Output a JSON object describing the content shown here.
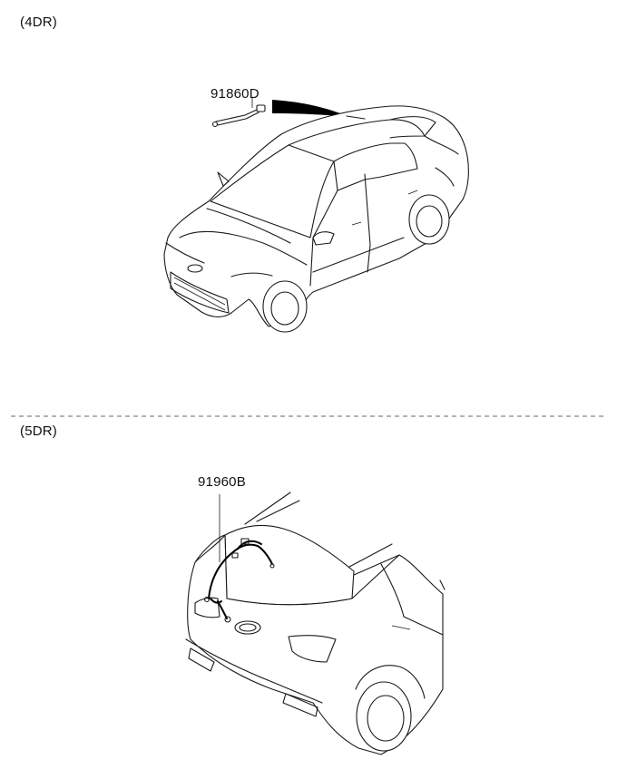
{
  "sections": [
    {
      "variant_label": "(4DR)",
      "part_number": "91860D"
    },
    {
      "variant_label": "(5DR)",
      "part_number": "91960B"
    }
  ],
  "colors": {
    "line": "#1a1a1a",
    "divider": "#666666",
    "background": "#ffffff"
  }
}
